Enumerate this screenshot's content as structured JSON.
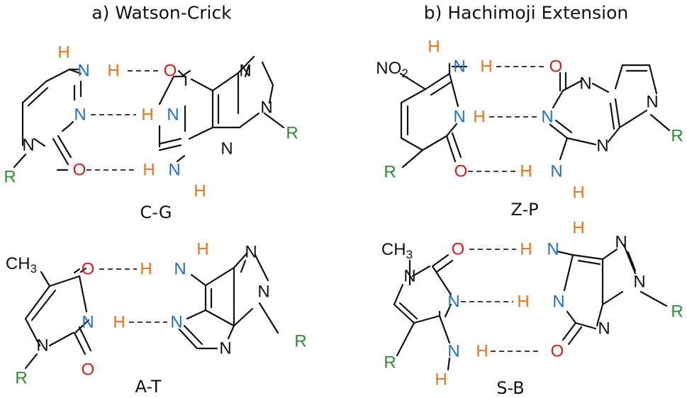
{
  "headings": {
    "left": "a) Watson-Crick",
    "right": "b) Hachimoji Extension"
  },
  "pairs": {
    "cg": "C-G",
    "at": "A-T",
    "zp": "Z-P",
    "sb": "S-B"
  },
  "atoms": {
    "N": "N",
    "O": "O",
    "H": "H",
    "R": "R",
    "methyl": "CH",
    "methyl_sub": "3",
    "nitro": "NO",
    "nitro_sub": "2"
  },
  "colors": {
    "nitrogen": "#1f6fd0",
    "oxygen": "#d01c1c",
    "hydrogen": "#e8731a",
    "r_group": "#2e8b2e",
    "bond": "#111111"
  }
}
